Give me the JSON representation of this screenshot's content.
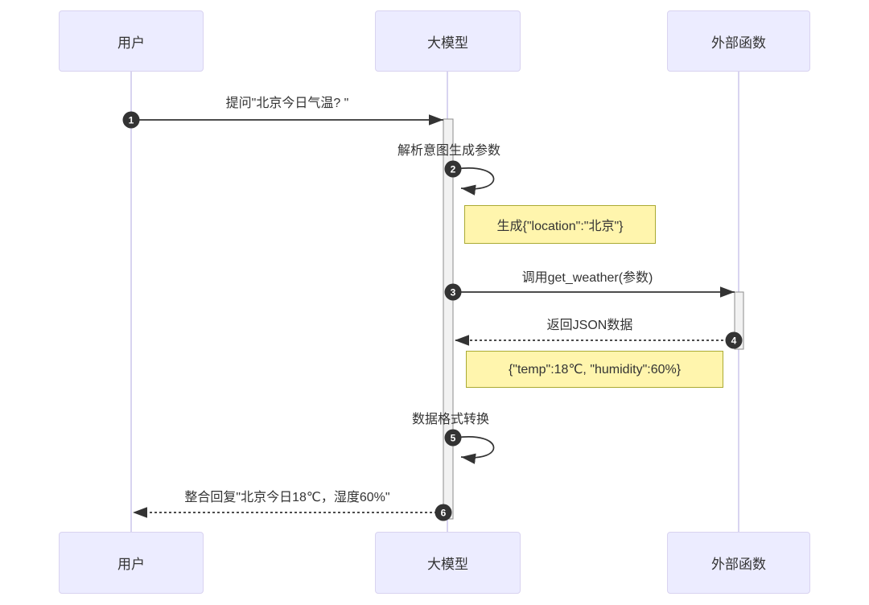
{
  "diagram": {
    "type": "sequence-diagram",
    "actors": [
      {
        "id": "user",
        "label": "用户"
      },
      {
        "id": "llm",
        "label": "大模型"
      },
      {
        "id": "external-function",
        "label": "外部函数"
      }
    ],
    "messages": [
      {
        "seq": "1",
        "from": "用户",
        "to": "大模型",
        "style": "solid",
        "label": "提问\"北京今日气温? \""
      },
      {
        "seq": "2",
        "from": "大模型",
        "to": "大模型",
        "style": "self",
        "label": "解析意图生成参数"
      },
      {
        "seq": "3",
        "from": "大模型",
        "to": "外部函数",
        "style": "solid",
        "label": "调用get_weather(参数)"
      },
      {
        "seq": "4",
        "from": "外部函数",
        "to": "大模型",
        "style": "dashed",
        "label": "返回JSON数据"
      },
      {
        "seq": "5",
        "from": "大模型",
        "to": "大模型",
        "style": "self",
        "label": "数据格式转换"
      },
      {
        "seq": "6",
        "from": "大模型",
        "to": "用户",
        "style": "dashed",
        "label": "整合回复\"北京今日18℃，湿度60%\""
      }
    ],
    "notes": [
      {
        "attached_to": "大模型",
        "position": "right",
        "label": "生成{\"location\":\"北京\"}"
      },
      {
        "attached_to": "大模型",
        "position": "right",
        "label": "{\"temp\":18℃, \"humidity\":60%}"
      }
    ],
    "colors": {
      "background": "#FFFFFF",
      "actor_fill": "#ECECFF",
      "actor_border": "#D9D3F0",
      "lifeline": "#CBC6EC",
      "activation_fill": "#F2F2F2",
      "activation_border": "#8C8C8C",
      "note_fill": "#FFF5AD",
      "note_border": "#AAAA33",
      "arrow": "#333333",
      "text": "#333333",
      "sequence_number_fill": "#333333",
      "sequence_number_text": "#FFFFFF"
    }
  }
}
